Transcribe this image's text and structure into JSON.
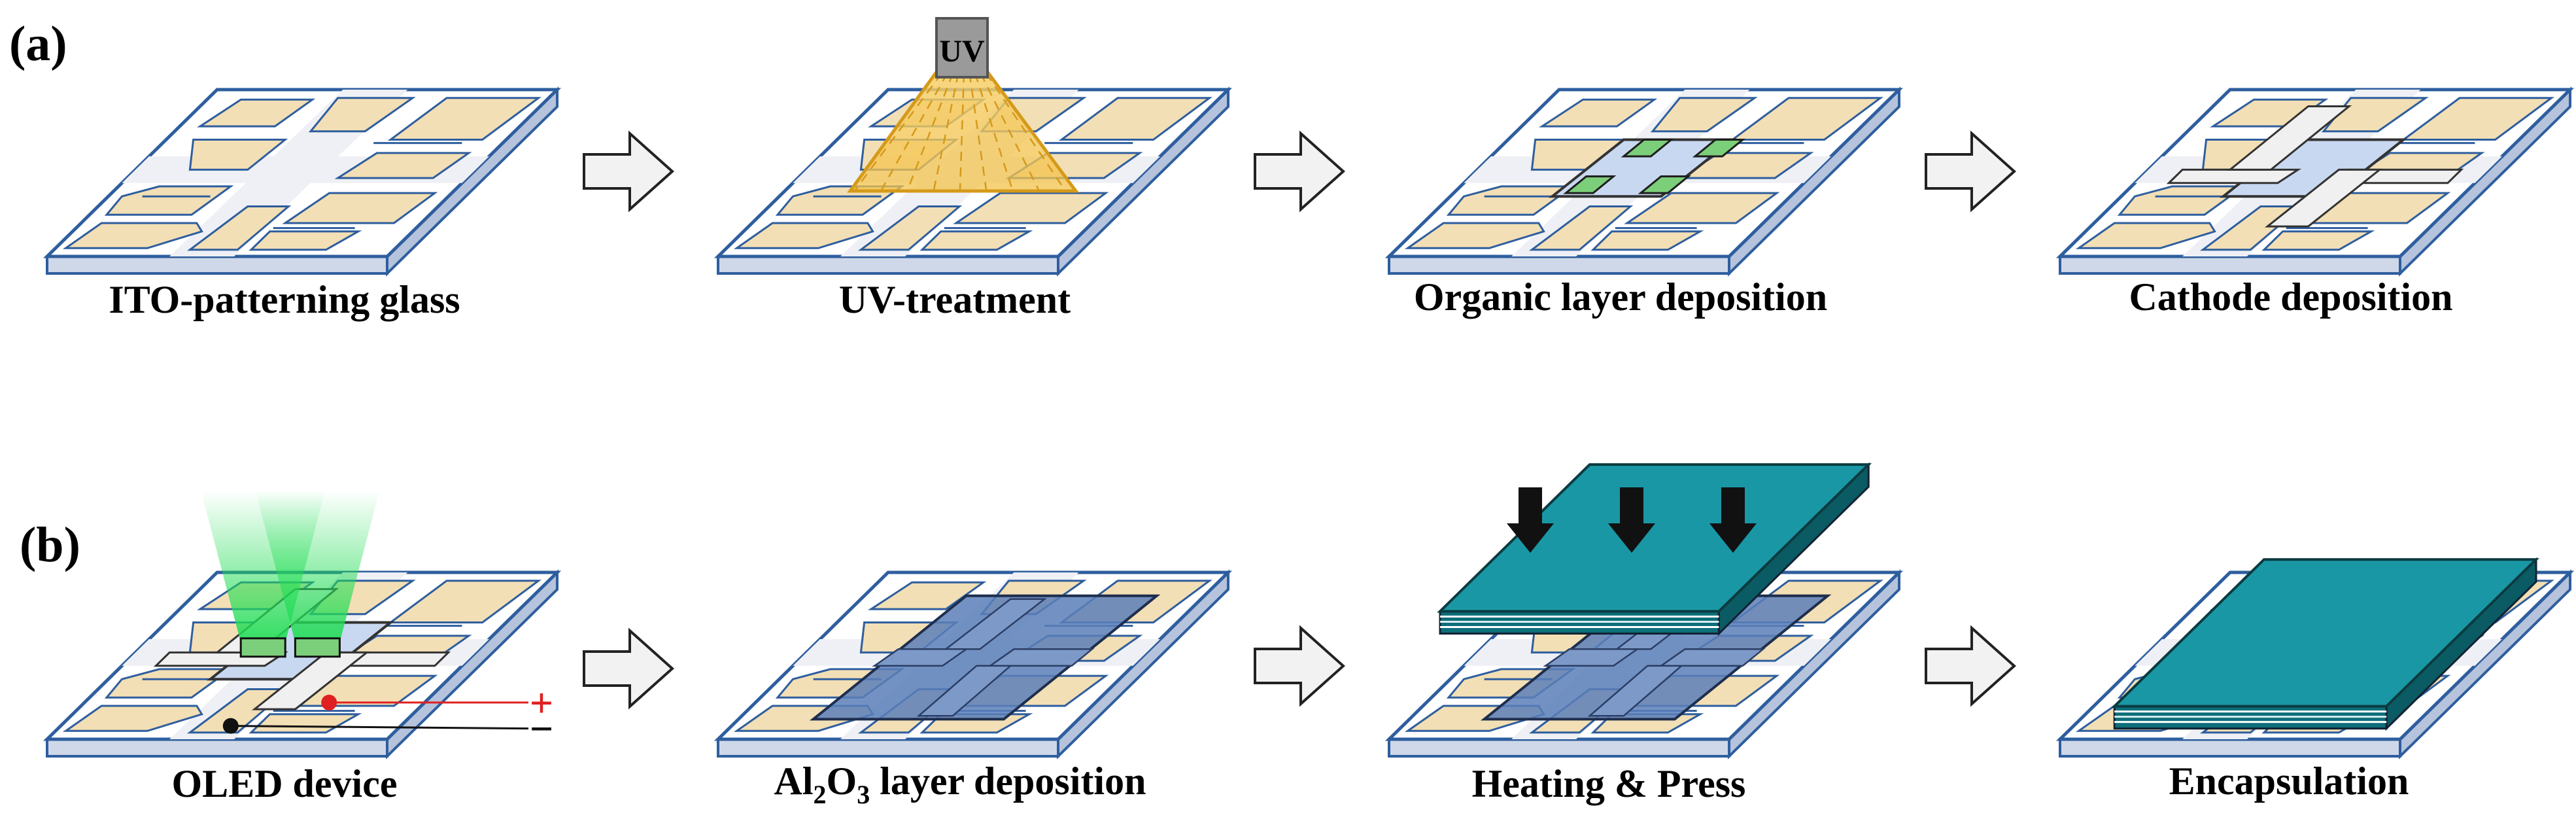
{
  "panels": {
    "a": {
      "label": "(a)"
    },
    "b": {
      "label": "(b)"
    }
  },
  "steps_a": [
    {
      "caption": "ITO-patterning glass"
    },
    {
      "caption": "UV-treatment",
      "lamp_label": "UV"
    },
    {
      "caption": "Organic layer deposition"
    },
    {
      "caption": "Cathode deposition"
    }
  ],
  "steps_b": [
    {
      "caption": "OLED device",
      "plus": "+",
      "minus": "−"
    },
    {
      "caption_parts": [
        "Al",
        "2",
        "O",
        "3",
        " layer deposition"
      ]
    },
    {
      "caption": "Heating & Press"
    },
    {
      "caption": "Encapsulation"
    }
  ],
  "colors": {
    "glass_top": "#ffffff",
    "glass_edge": "#2e5e9e",
    "substrate_side": "#cfd8e8",
    "ito": "#f3dfb5",
    "cross": "#eef0f5",
    "active": "#c8d8f0",
    "organic": "#7ccf7a",
    "cathode": "#f0f0f0",
    "uv_beam": "#f6cf6a",
    "uv_lamp": "#9a9a9a",
    "al2o3": "#5b7fb8",
    "encap": "#1a97a5",
    "encap_dark": "#0d6f7a",
    "arrow_fill": "#f2f2f2",
    "press_arrow": "#111111",
    "glow": "#22dd55",
    "plus": "#e02020",
    "minus": "#111111"
  }
}
